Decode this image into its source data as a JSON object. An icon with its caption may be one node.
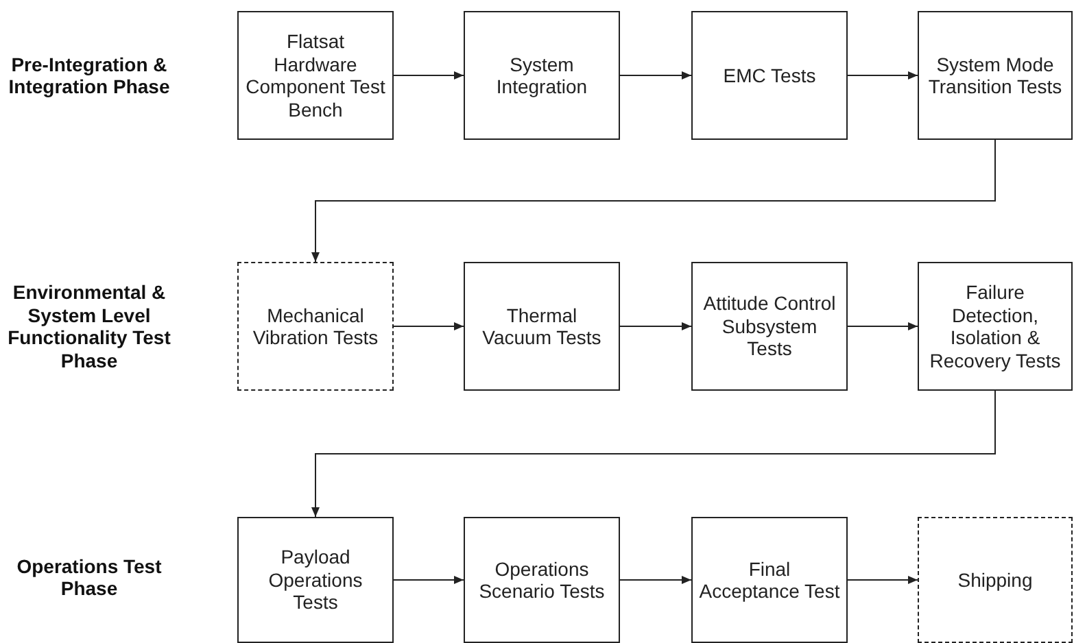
{
  "diagram": {
    "nodes": [
      {
        "text": [
          "Flatsat Hardware Component Test Bench"
        ]
      },
      {
        "text": [
          "System Integration"
        ]
      },
      {
        "text": [
          "EMC Tests"
        ]
      },
      {
        "text": [
          "System Mode Transition Tests"
        ]
      },
      {
        "text": [
          "Mechanical Vibration Tests"
        ]
      },
      {
        "text": [
          "Thermal Vacuum Tests"
        ]
      },
      {
        "text": [
          "Attitude Control Subsystem Tests"
        ]
      },
      {
        "text": [
          "Failure Detection, Isolation & Recovery Tests"
        ]
      },
      {
        "text": [
          "Payload Operations Tests"
        ]
      },
      {
        "text": [
          "Operations Scenario Tests"
        ]
      },
      {
        "text": [
          "Final Acceptance Test"
        ]
      },
      {
        "text": [
          "Shipping"
        ]
      }
    ],
    "edges": [
      {
        "from": 0,
        "to": 1,
        "arrow": "to"
      },
      {
        "from": 1,
        "to": 2,
        "arrow": "to"
      },
      {
        "from": 2,
        "to": 3,
        "arrow": "to"
      },
      {
        "from": 3,
        "to": 4,
        "arrow": "to"
      },
      {
        "from": 4,
        "to": 5,
        "arrow": "to"
      },
      {
        "from": 5,
        "to": 6,
        "arrow": "to"
      },
      {
        "from": 6,
        "to": 7,
        "arrow": "to"
      },
      {
        "from": 7,
        "to": 8,
        "arrow": "to"
      },
      {
        "from": 8,
        "to": 9,
        "arrow": "to"
      },
      {
        "from": 9,
        "to": 10,
        "arrow": "to"
      },
      {
        "from": 10,
        "to": 11,
        "arrow": "to"
      }
    ],
    "labels": [
      "Pre-Integration & Integration Phase",
      "Environmental & System Level Functionality Test Phase",
      "Operations Test Phase"
    ]
  }
}
